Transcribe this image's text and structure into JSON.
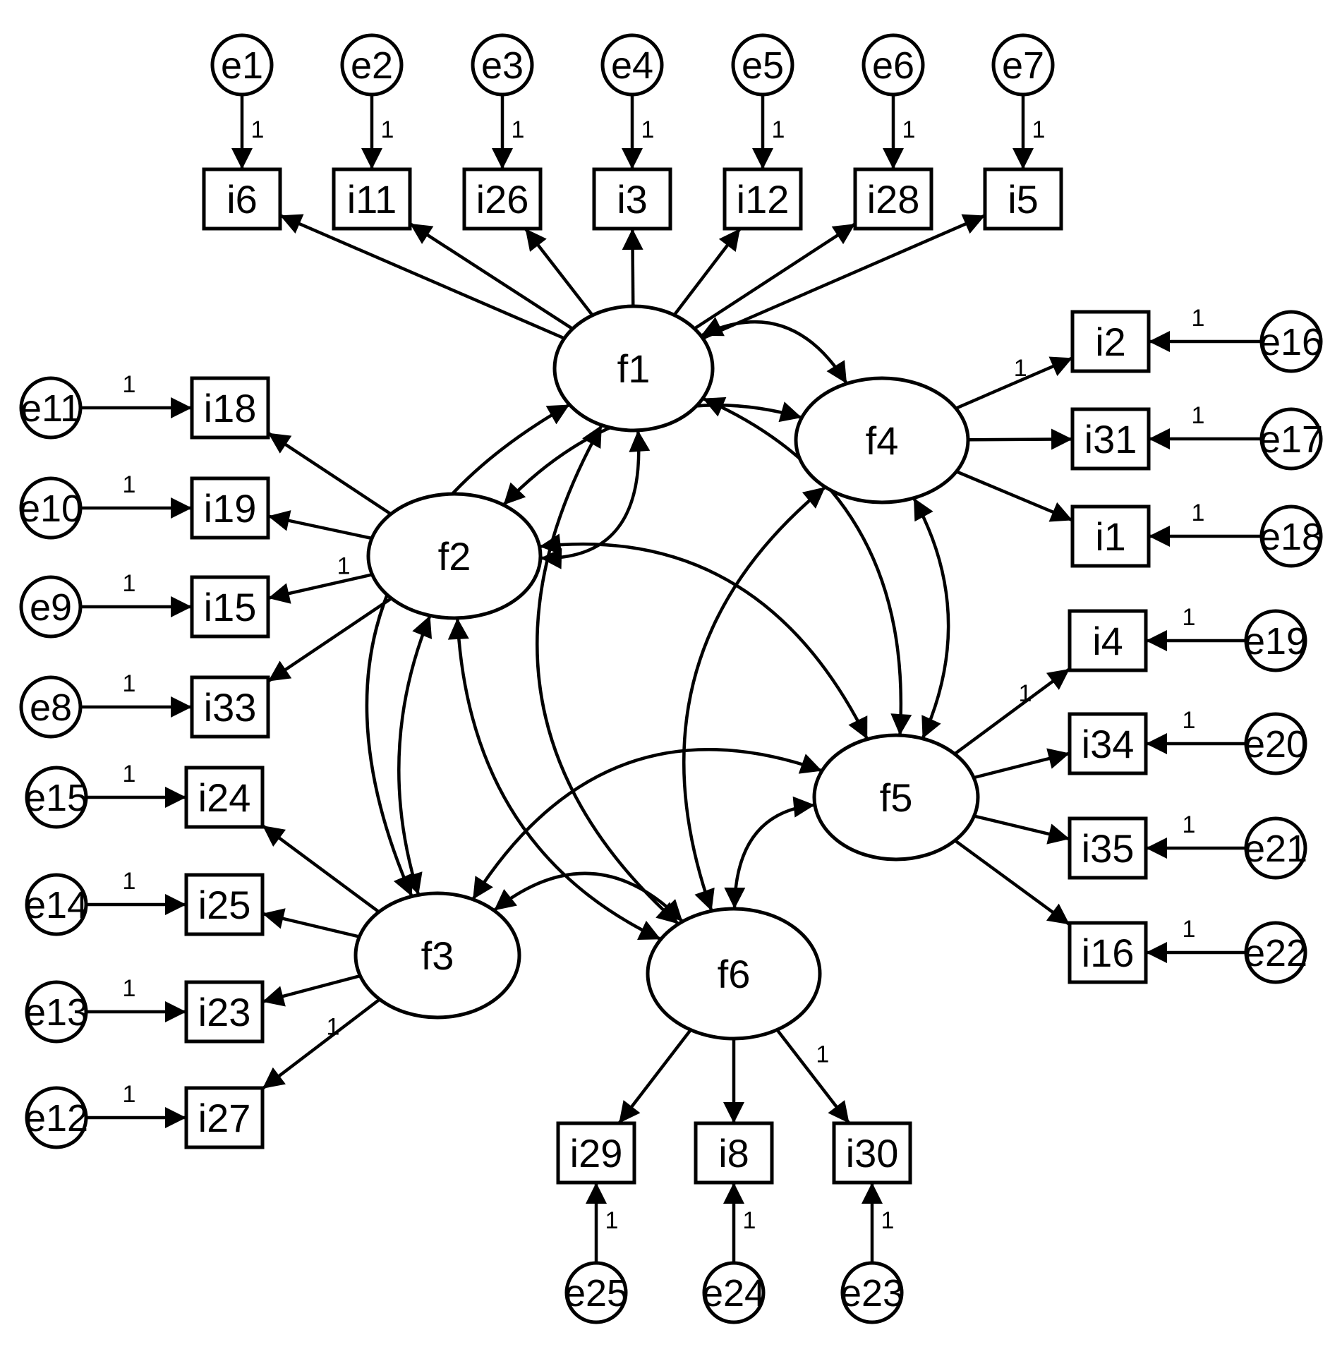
{
  "diagram": {
    "type": "structural equation model path diagram",
    "factors": [
      "f1",
      "f2",
      "f3",
      "f4",
      "f5",
      "f6"
    ],
    "indicators": [
      {
        "name": "i6",
        "factor": "f1",
        "error": "e1",
        "weight": "1"
      },
      {
        "name": "i11",
        "factor": "f1",
        "error": "e2",
        "weight": "1"
      },
      {
        "name": "i26",
        "factor": "f1",
        "error": "e3",
        "weight": "1"
      },
      {
        "name": "i3",
        "factor": "f1",
        "error": "e4",
        "weight": "1"
      },
      {
        "name": "i12",
        "factor": "f1",
        "error": "e5",
        "weight": "1"
      },
      {
        "name": "i28",
        "factor": "f1",
        "error": "e6",
        "weight": "1"
      },
      {
        "name": "i5",
        "factor": "f1",
        "error": "e7",
        "weight": "1"
      },
      {
        "name": "i18",
        "factor": "f2",
        "error": "e11",
        "weight": "1"
      },
      {
        "name": "i19",
        "factor": "f2",
        "error": "e10",
        "weight": "1"
      },
      {
        "name": "i15",
        "factor": "f2",
        "error": "e9",
        "weight": "1"
      },
      {
        "name": "i33",
        "factor": "f2",
        "error": "e8",
        "weight": "1"
      },
      {
        "name": "i24",
        "factor": "f3",
        "error": "e15",
        "weight": "1"
      },
      {
        "name": "i25",
        "factor": "f3",
        "error": "e14",
        "weight": "1"
      },
      {
        "name": "i23",
        "factor": "f3",
        "error": "e13",
        "weight": "1"
      },
      {
        "name": "i27",
        "factor": "f3",
        "error": "e12",
        "weight": "1"
      },
      {
        "name": "i2",
        "factor": "f4",
        "error": "e16",
        "weight": "1"
      },
      {
        "name": "i31",
        "factor": "f4",
        "error": "e17",
        "weight": "1"
      },
      {
        "name": "i1",
        "factor": "f4",
        "error": "e18",
        "weight": "1"
      },
      {
        "name": "i4",
        "factor": "f5",
        "error": "e19",
        "weight": "1"
      },
      {
        "name": "i34",
        "factor": "f5",
        "error": "e20",
        "weight": "1"
      },
      {
        "name": "i35",
        "factor": "f5",
        "error": "e21",
        "weight": "1"
      },
      {
        "name": "i16",
        "factor": "f5",
        "error": "e22",
        "weight": "1"
      },
      {
        "name": "i29",
        "factor": "f6",
        "error": "e25",
        "weight": "1"
      },
      {
        "name": "i8",
        "factor": "f6",
        "error": "e24",
        "weight": "1"
      },
      {
        "name": "i30",
        "factor": "f6",
        "error": "e23",
        "weight": "1"
      }
    ],
    "factor_loading_labels": [
      {
        "factor": "f2",
        "indicator": "i15",
        "text": "1"
      },
      {
        "factor": "f3",
        "indicator": "i27",
        "text": "1"
      },
      {
        "factor": "f4",
        "indicator": "i2",
        "text": "1"
      },
      {
        "factor": "f5",
        "indicator": "i4",
        "text": "1"
      },
      {
        "factor": "f6",
        "indicator": "i30",
        "text": "1"
      }
    ],
    "covariances": [
      [
        "f1",
        "f2"
      ],
      [
        "f1",
        "f3"
      ],
      [
        "f1",
        "f4"
      ],
      [
        "f1",
        "f5"
      ],
      [
        "f1",
        "f6"
      ],
      [
        "f2",
        "f3"
      ],
      [
        "f2",
        "f4"
      ],
      [
        "f2",
        "f5"
      ],
      [
        "f2",
        "f6"
      ],
      [
        "f3",
        "f5"
      ],
      [
        "f3",
        "f6"
      ],
      [
        "f4",
        "f5"
      ],
      [
        "f4",
        "f6"
      ],
      [
        "f5",
        "f6"
      ]
    ]
  }
}
